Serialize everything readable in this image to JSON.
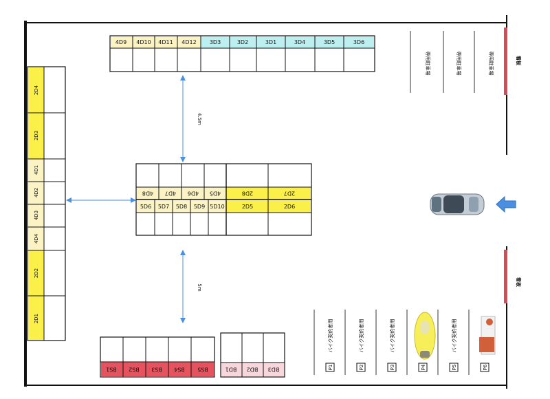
{
  "top_row": {
    "yellow_labels": [
      "4D9",
      "4D10",
      "4D11",
      "4D12"
    ],
    "cyan_labels": [
      "3D3",
      "3D2",
      "3D1",
      "3D4",
      "3D5",
      "3D6"
    ]
  },
  "left_column": {
    "labels": [
      "2D4",
      "2D3",
      "4D1",
      "4D2",
      "4D3",
      "4D4",
      "2D2",
      "2D1"
    ]
  },
  "center_block": {
    "top_labels": [
      "4D8",
      "4D7",
      "4D6",
      "4D5"
    ],
    "top_wide_labels": [
      "2D8",
      "2D7"
    ],
    "bottom_labels": [
      "5D6",
      "5D7",
      "5D8",
      "5D9",
      "5D10"
    ],
    "bottom_wide_labels": [
      "2D5",
      "2D6"
    ]
  },
  "distances": {
    "upper": "4.5m",
    "lower": "5m"
  },
  "bottom_bs": {
    "labels": [
      "BS1",
      "BS2",
      "BS3",
      "BS4",
      "BS5"
    ]
  },
  "bottom_bd": {
    "labels": [
      "BD1",
      "BD2",
      "BD3"
    ]
  },
  "dedicated_parking": {
    "labels": [
      "専用駐車場",
      "専用駐車場",
      "専用駐車場"
    ]
  },
  "signs": {
    "top": "看板",
    "bottom": "看板"
  },
  "bike_slots": {
    "codes": [
      "P1",
      "P2",
      "P3",
      "P4",
      "P5",
      "P6"
    ],
    "texts": [
      "バイク契約者用",
      "バイク契約者用",
      "バイク契約者用",
      "",
      "バイク契約者用",
      ""
    ]
  },
  "colors": {
    "yellow": "#fbf04a",
    "pale_yellow": "#fbf3c4",
    "cyan": "#bdeef0",
    "red": "#e5535f",
    "pink": "#f7d6dc",
    "arrow_blue": "#4a8fe0",
    "sign_red": "#d84a55"
  },
  "icons": [
    "car-icon",
    "entrance-arrow-icon",
    "scooter-icon"
  ]
}
